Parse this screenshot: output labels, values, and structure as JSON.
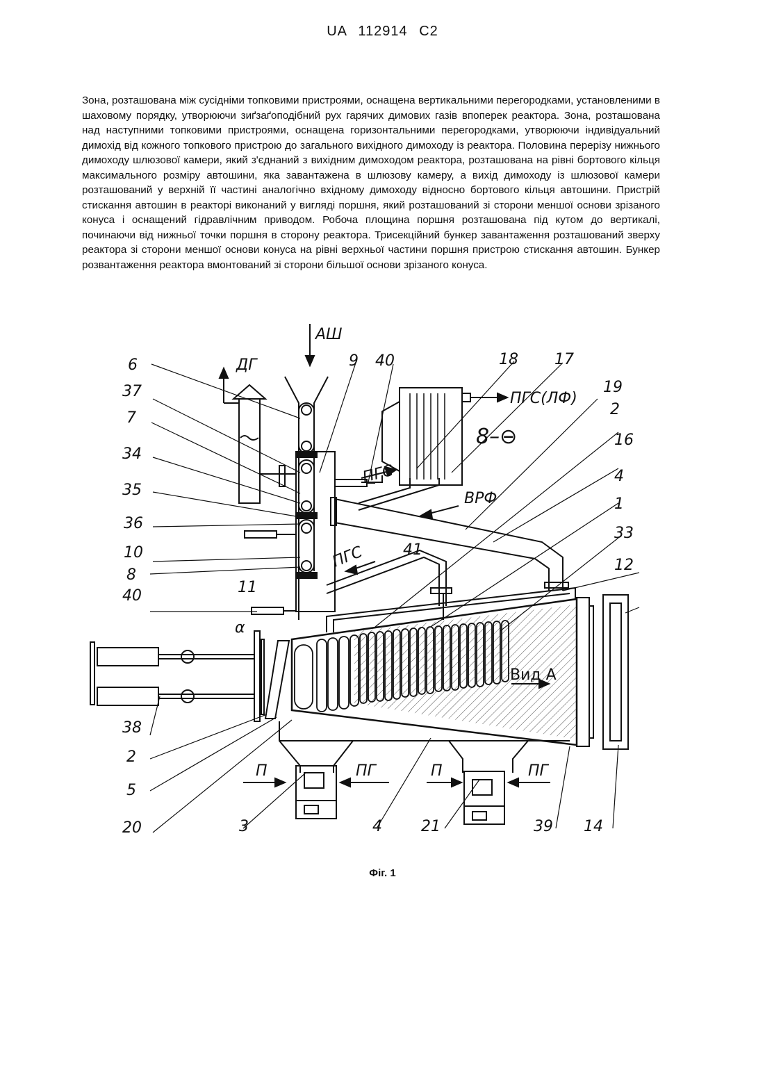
{
  "header": {
    "doc_number": "UA 112914 C2"
  },
  "body_text": "Зона, розташована між сусідніми топковими пристроями, оснащена вертикальними перегородками, установленими в шаховому порядку, утворюючи зиґзаґоподібний рух гарячих димових газів впоперек реактора. Зона, розташована над наступними топковими пристроями, оснащена горизонтальними перегородками, утворюючи індивідуальний димохід від кожного топкового пристрою до загального вихідного димоходу із реактора. Половина перерізу нижнього димоходу шлюзової камери, який з'єднаний з вихідним димоходом реактора, розташована на рівні бортового кільця максимального розміру автошини, яка завантажена в шлюзову камеру, а вихід димоходу із шлюзової камери розташований у верхній її частині аналогічно вхідному димоходу відносно бортового кільця автошини. Пристрій стискання автошин в реакторі виконаний у вигляді поршня, який розташований зі сторони меншої основи зрізаного конуса і оснащений гідравлічним приводом. Робоча площина поршня розташована під кутом до вертикалі, починаючи від нижньої точки поршня в сторону реактора. Трисекційний бункер завантаження розташований зверху реактора зі сторони меншої основи конуса на рівні верхньої частини поршня пристрою стискання автошин. Бункер розвантаження реактора вмонтований зі сторони більшої основи зрізаного конуса.",
  "figure": {
    "caption": "Фіг. 1",
    "flow_labels": {
      "ash": "АШ",
      "dg": "ДГ",
      "pgs_lf": "ПГС(ЛФ)",
      "pgs_top": "ПГС",
      "pgs_mid": "ПГС",
      "vrf": "ВРФ",
      "generator": "8–⊖",
      "view_a": "Вид А",
      "alpha": "α",
      "p_left": "П",
      "pg_left": "ПГ",
      "p_right": "П",
      "pg_right": "ПГ"
    },
    "left_numbers": [
      "6",
      "37",
      "7",
      "34",
      "35",
      "36",
      "10",
      "8",
      "40",
      "38",
      "2",
      "5",
      "20"
    ],
    "top_numbers": [
      "9",
      "40",
      "18",
      "17",
      "19",
      "2",
      "16",
      "4",
      "1",
      "33",
      "12",
      "41",
      "11"
    ],
    "bottom_numbers": [
      "3",
      "4",
      "21",
      "39",
      "14"
    ]
  }
}
